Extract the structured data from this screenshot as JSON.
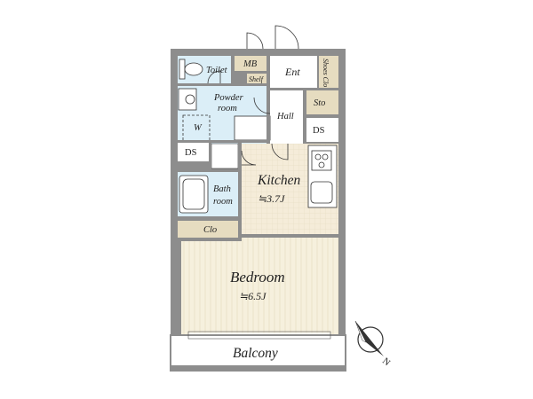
{
  "labels": {
    "toilet": "Toilet",
    "mb": "MB",
    "ent": "Ent",
    "shoe_clo": "Shoes Clo",
    "shelf": "Shelf",
    "powder_room_line1": "Powder",
    "powder_room_line2": "room",
    "w": "W",
    "hall": "Hall",
    "sto": "Sto",
    "ds_upper": "DS",
    "ds_lower": "DS",
    "kitchen": "Kitchen",
    "kitchen_area": "≒3.7J",
    "bath_line1": "Bath",
    "bath_line2": "room",
    "clo": "Clo",
    "bedroom": "Bedroom",
    "bedroom_area": "≒6.5J",
    "balcony": "Balcony",
    "compass_n": "N"
  },
  "colors": {
    "wall": "#8d8d8d",
    "wet_floor": "#dbeef7",
    "kitchen_floor": "#f5ecd9",
    "bedroom_floor": "#f6f0dd",
    "storage": "#e6dcc0",
    "balcony": "#ffffff",
    "fixture": "#ffffff",
    "line": "#333333"
  }
}
